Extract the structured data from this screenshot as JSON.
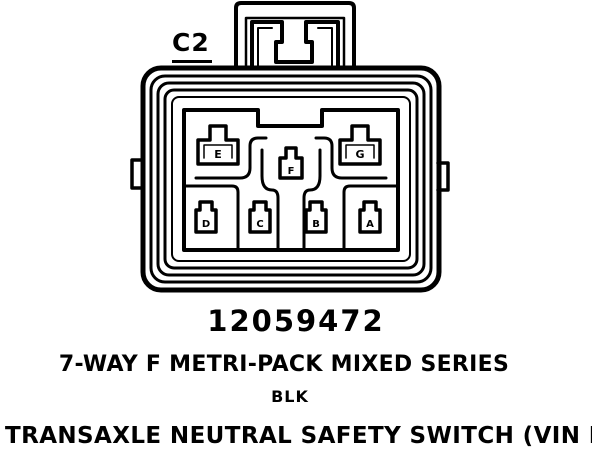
{
  "connector": {
    "label": "C2",
    "part_number": "12059472",
    "series": "7-WAY F METRI-PACK MIXED SERIES",
    "wire_color": "BLK",
    "component": "TRANSAXLE NEUTRAL SAFETY SWITCH  (VIN L)",
    "terminals": {
      "a": "A",
      "b": "B",
      "c": "C",
      "d": "D",
      "e": "E",
      "f": "F",
      "g": "G"
    }
  }
}
